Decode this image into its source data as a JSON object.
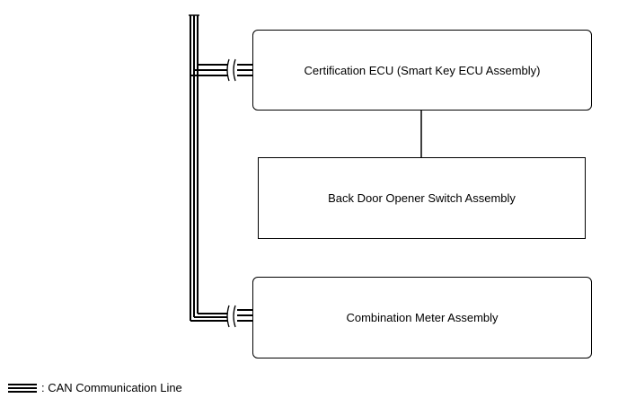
{
  "nodes": {
    "certification_ecu": "Certification ECU (Smart Key ECU Assembly)",
    "back_door_switch": "Back Door Opener Switch Assembly",
    "combination_meter": "Combination Meter Assembly"
  },
  "legend": {
    "can_line_label": ": CAN Communication Line"
  }
}
